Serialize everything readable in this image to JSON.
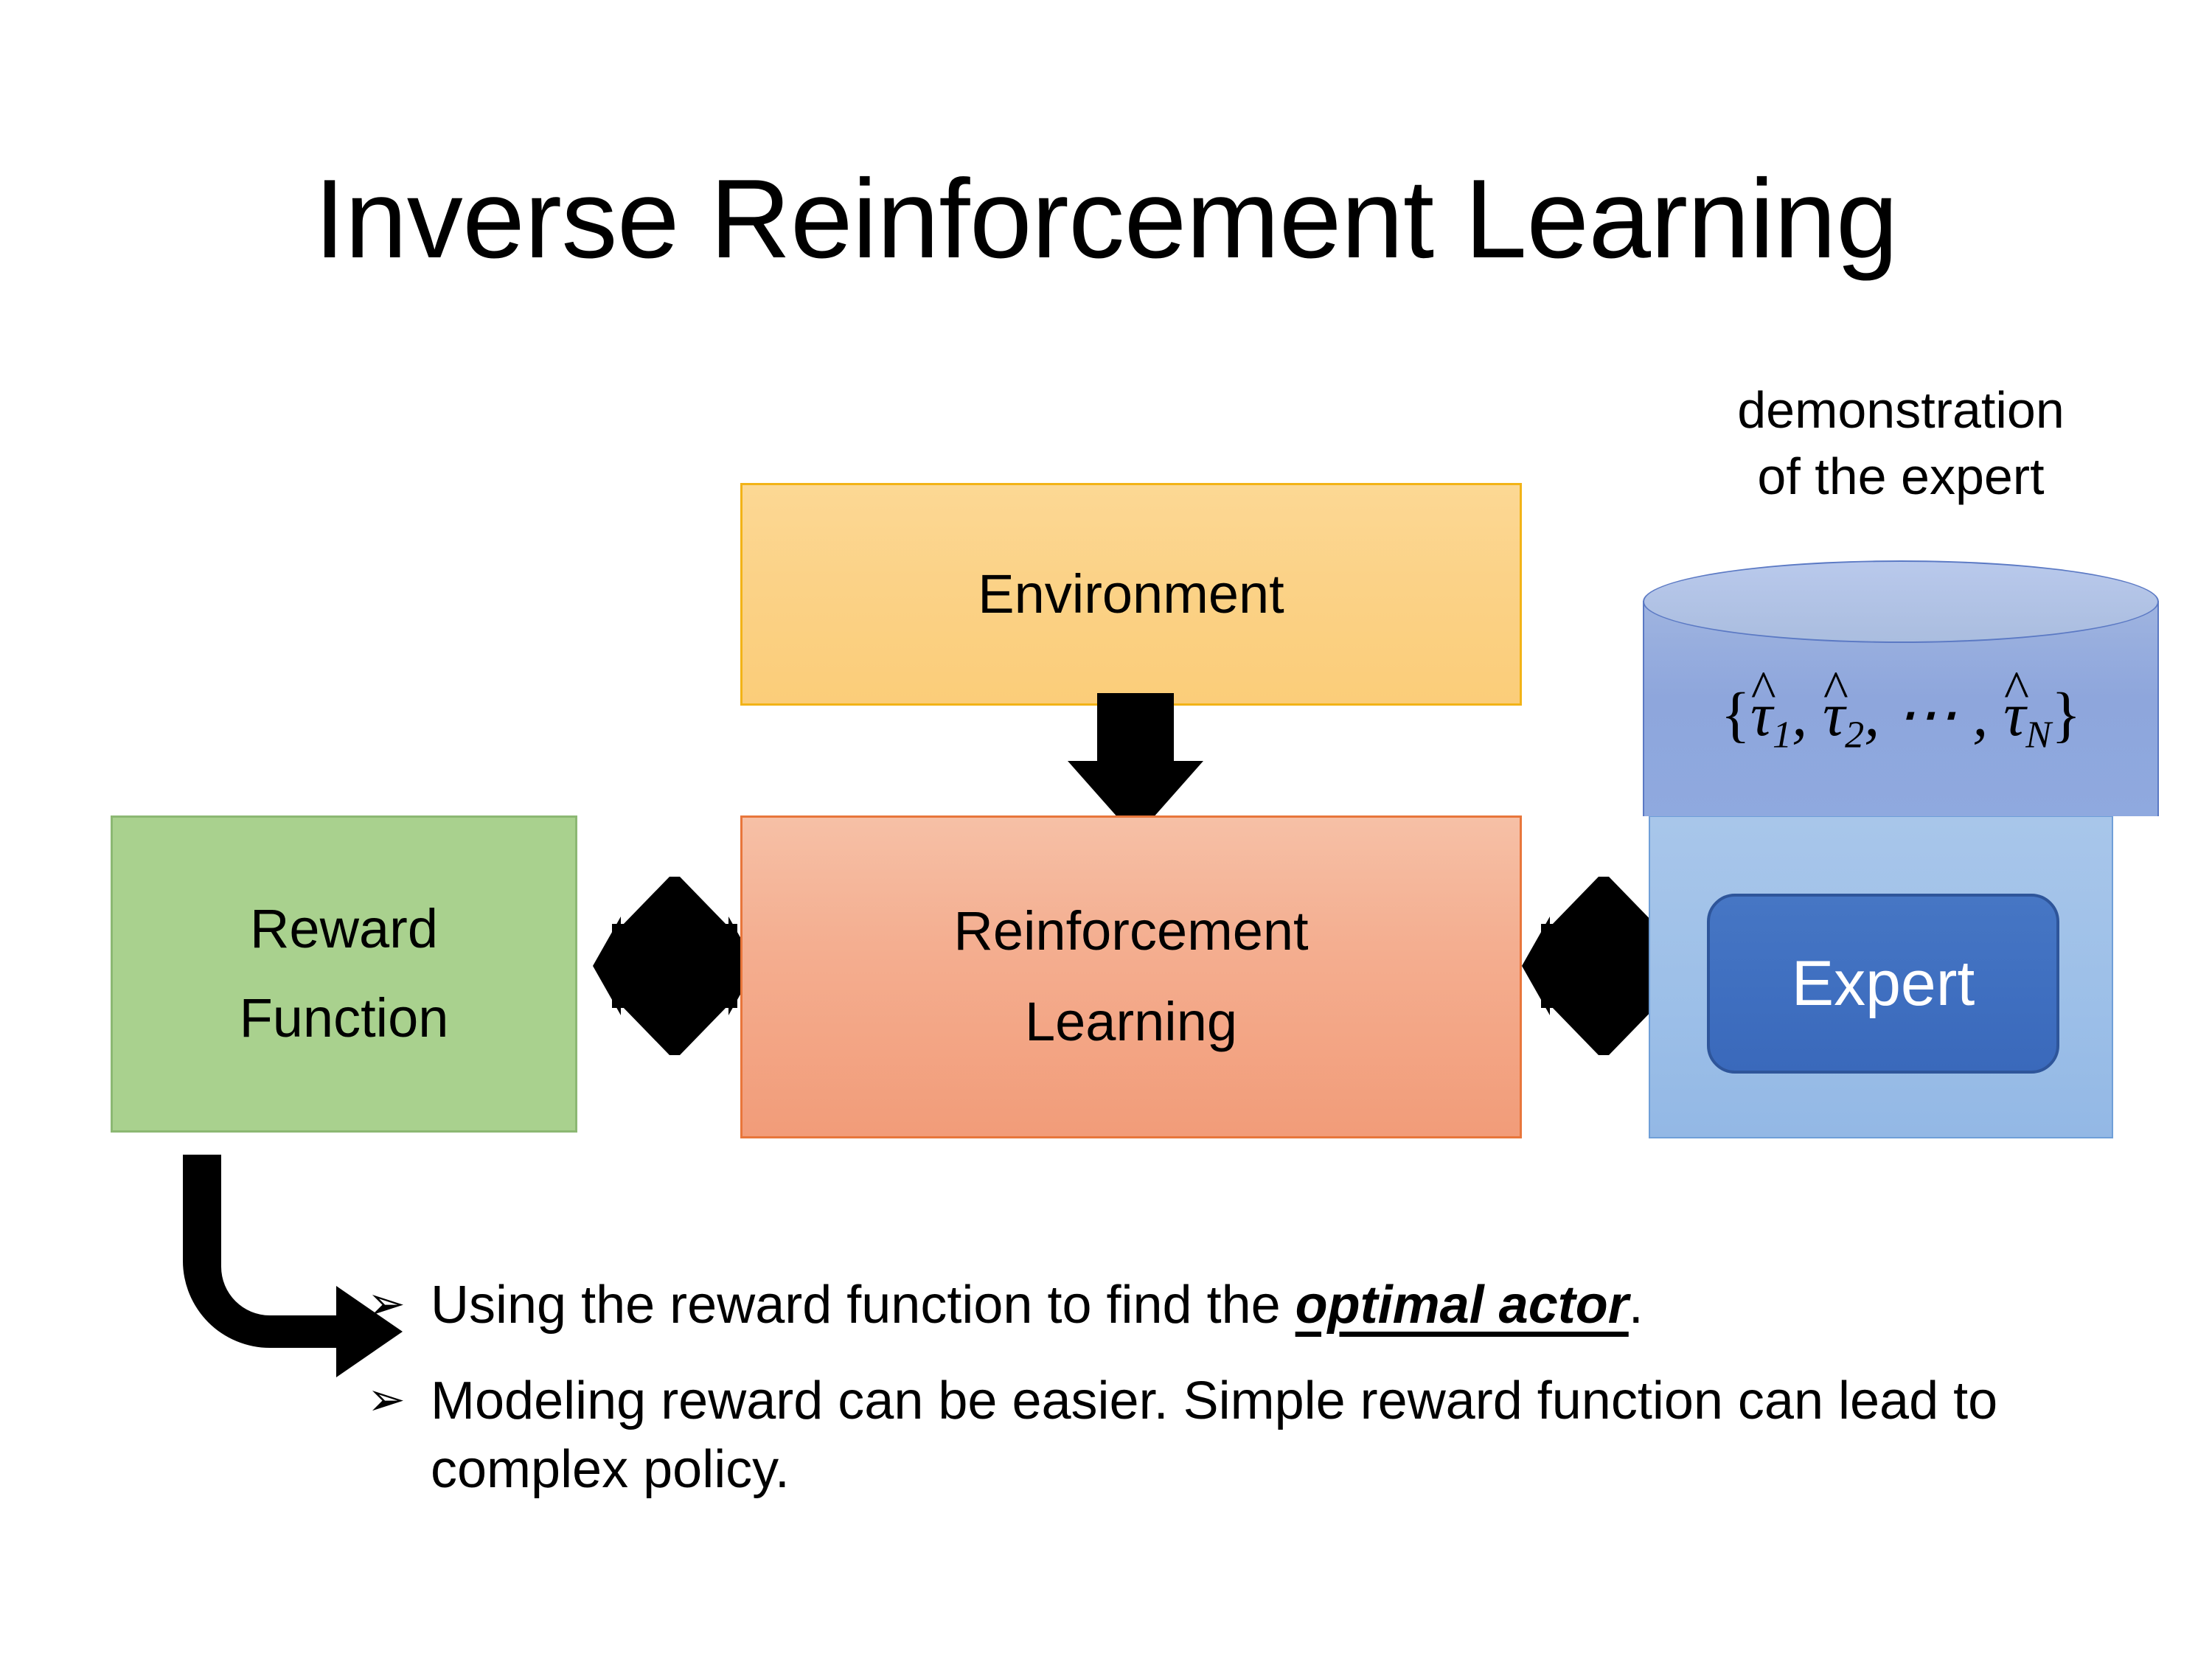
{
  "slide": {
    "title": "Inverse Reinforcement Learning",
    "background": "#FFFFFF"
  },
  "diagram": {
    "environment_box": {
      "label": "Environment",
      "fill": "#FBD287",
      "border": "#F2B317"
    },
    "reinforcement_learning_box": {
      "label_line1": "Reinforcement",
      "label_line2": "Learning",
      "fill": "#F4AE90",
      "border": "#E8763B"
    },
    "reward_function_box": {
      "label_line1": "Reward",
      "label_line2": "Function",
      "fill": "#A9D18E",
      "border": "#8CB873"
    },
    "demonstration_caption": {
      "line1": "demonstration",
      "line2": "of the expert"
    },
    "trajectory_cylinder": {
      "formula": "{τ̂1, τ̂2, ⋯, τ̂N}",
      "open_brace": "{",
      "tau": "τ",
      "hat": "^",
      "sub1": "1",
      "sub2": "2",
      "ellipsis": ", ⋯ ,",
      "subN": "N",
      "comma": ",",
      "close_brace": "}",
      "fill": "#8FA9DF",
      "top_fill": "#B2C4E8",
      "border": "#5B79C4"
    },
    "expert_panel": {
      "fill": "#9CBFE8",
      "border": "#6F9FD8"
    },
    "expert_chip": {
      "label": "Expert",
      "fill": "#3F6FC0",
      "border": "#2E559A",
      "text_color": "#FFFFFF"
    },
    "arrows": {
      "environment_to_rl": "down-arrow",
      "reward_to_rl": "quad-arrow",
      "rl_to_expert": "quad-arrow",
      "reward_to_bullets": "elbow-arrow",
      "color": "#000000"
    }
  },
  "bullets": [
    {
      "marker": "➢",
      "text_before": "Using the reward function to find the ",
      "emphasis": "optimal actor",
      "text_after": "."
    },
    {
      "marker": "➢",
      "text_before": "Modeling reward can be easier. Simple reward function can lead to complex policy.",
      "emphasis": "",
      "text_after": ""
    }
  ]
}
